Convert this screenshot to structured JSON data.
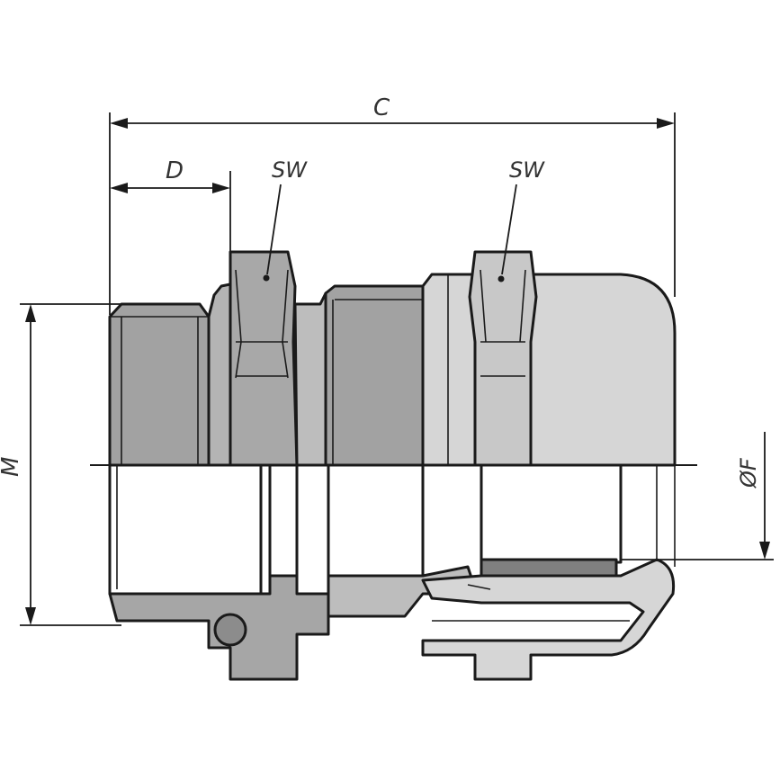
{
  "labels": {
    "C": "C",
    "D": "D",
    "SW_left": "SW",
    "SW_right": "SW",
    "M": "M",
    "F": "ØF"
  },
  "colors": {
    "dark_gray": "#9a9a9a",
    "medium_gray": "#b4b4b4",
    "light_gray": "#d4d4d4",
    "seal_dark": "#808080",
    "outline": "#1a1a1a",
    "background": "#ffffff"
  }
}
